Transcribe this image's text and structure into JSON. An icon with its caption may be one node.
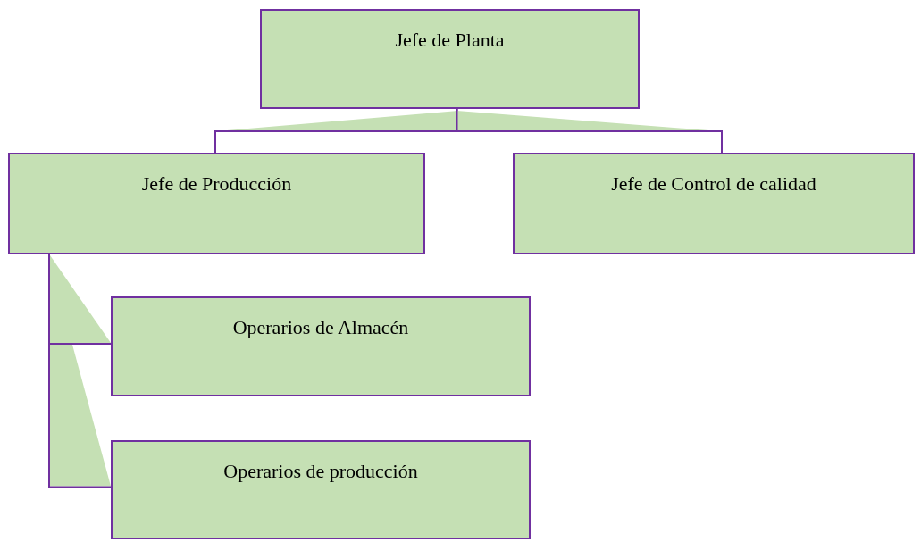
{
  "diagram": {
    "nodes": [
      {
        "text": [
          "Jefe de Planta"
        ]
      },
      {
        "text": [
          "Jefe de Producción"
        ]
      },
      {
        "text": [
          "Jefe de Control de calidad"
        ]
      },
      {
        "text": [
          "Operarios de Almacén"
        ]
      },
      {
        "text": [
          "Operarios de producción"
        ]
      }
    ],
    "edges": [
      {
        "from": 0,
        "to": 1,
        "arrow": "none"
      },
      {
        "from": 0,
        "to": 2,
        "arrow": "none"
      },
      {
        "from": 1,
        "to": 3,
        "arrow": "none"
      },
      {
        "from": 1,
        "to": 4,
        "arrow": "none"
      }
    ]
  }
}
